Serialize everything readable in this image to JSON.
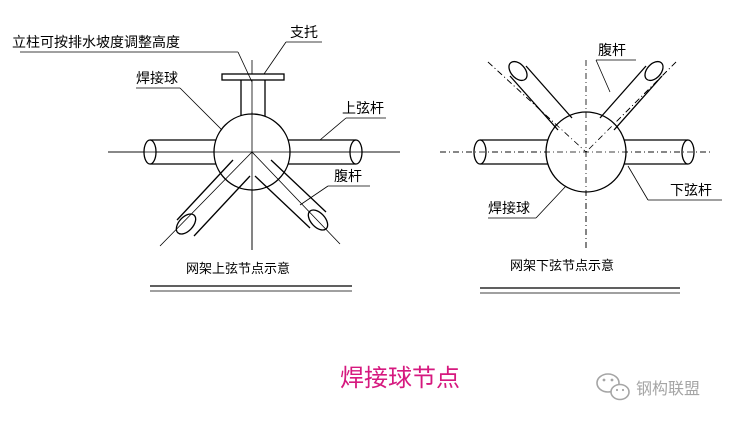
{
  "colors": {
    "title": "#d6197f",
    "watermark": "#a5a5a5",
    "line": "#000000"
  },
  "upper_node": {
    "label_post": "立柱可按排水坡度调整高度",
    "label_support": "支托",
    "label_ball": "焊接球",
    "label_top_chord": "上弦杆",
    "label_web": "腹杆",
    "caption": "网架上弦节点示意"
  },
  "lower_node": {
    "label_web": "腹杆",
    "label_bottom_chord": "下弦杆",
    "label_ball": "焊接球",
    "caption": "网架下弦节点示意"
  },
  "title": "焊接球节点",
  "watermark": {
    "icon": "wechat-icon",
    "text": "钢构联盟"
  }
}
